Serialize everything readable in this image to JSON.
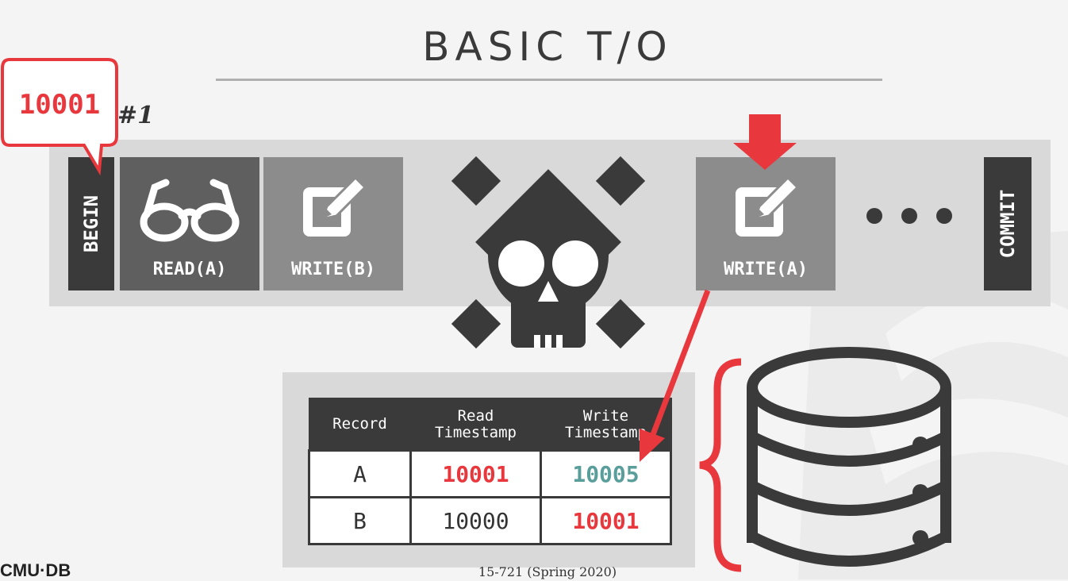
{
  "slide": {
    "title": "BASIC T/O",
    "txn_label": "#1",
    "footer": "15-721 (Spring 2020)",
    "logo_text": "CMU·DB"
  },
  "callout": {
    "timestamp": "10001"
  },
  "schedule": {
    "begin_label": "BEGIN",
    "ops": [
      {
        "label": "READ(A)",
        "icon": "glasses-icon"
      },
      {
        "label": "WRITE(B)",
        "icon": "edit-icon"
      },
      {
        "label": "WRITE(A)",
        "icon": "edit-icon"
      }
    ],
    "commit_label": "COMMIT",
    "abort_icon": "skull-crossbones-icon"
  },
  "timestamp_table": {
    "headers": [
      [
        "Record"
      ],
      [
        "Read",
        "Timestamp"
      ],
      [
        "Write",
        "Timestamp"
      ]
    ],
    "rows": [
      [
        "A",
        "10001",
        "10005"
      ],
      [
        "B",
        "10000",
        "10001"
      ]
    ]
  },
  "colors": {
    "accent_red": "#e8383d",
    "teal": "#5a9e9b",
    "dark": "#3a3a3a",
    "mid_gray": "#5f5f5f",
    "light_gray": "#8c8c8c",
    "band": "#d9d9d9"
  }
}
